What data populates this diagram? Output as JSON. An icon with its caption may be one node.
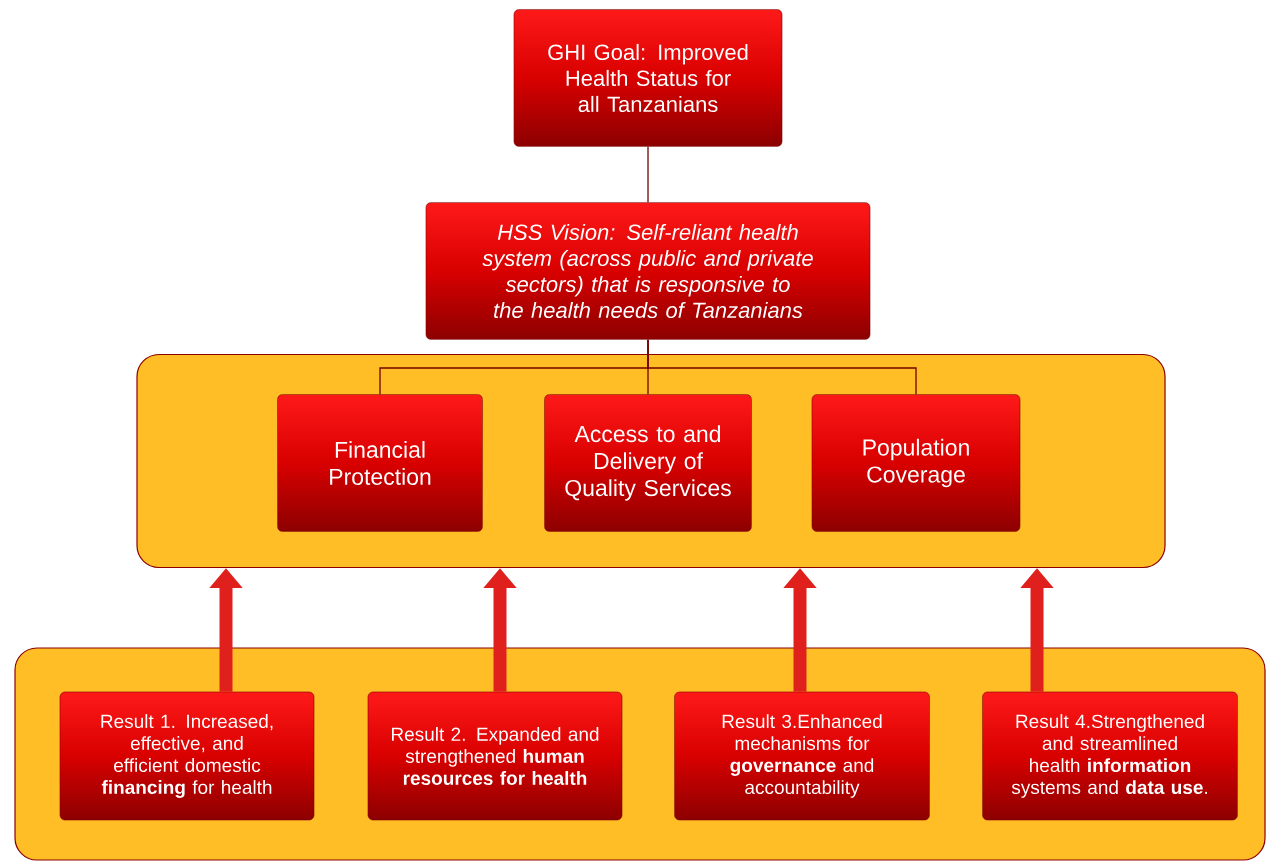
{
  "diagram": {
    "nodes": [
      {
        "text": [
          "GHI Goal: Improved Health Status for all Tanzanians"
        ]
      },
      {
        "text": [
          "HSS Vision: Self-reliant health system (across public and private sectors) that is responsive to the health needs of Tanzanians"
        ]
      },
      {
        "text": [],
        "shape": "box"
      },
      {
        "text": [
          "Financial Protection"
        ],
        "in": 2
      },
      {
        "text": [
          "Access to and Delivery of Quality Services"
        ],
        "in": 2
      },
      {
        "text": [
          "Population Coverage"
        ],
        "in": 2
      },
      {
        "text": [],
        "shape": "box"
      },
      {
        "text": [
          "Result 1. Increased, effective, and efficient domestic **financing** for health"
        ],
        "in": 6
      },
      {
        "text": [
          "Result 2. Expanded and strengthened **human resources for health**"
        ],
        "in": 6
      },
      {
        "text": [
          "Result 3.Enhanced mechanisms for **governance** and accountability"
        ],
        "in": 6
      },
      {
        "text": [
          "Result 4.Strengthened and streamlined health **information** systems and **data use**."
        ],
        "in": 6
      }
    ],
    "edges": [
      {
        "from": 0,
        "to": 1,
        "arrow": "none"
      },
      {
        "from": 1,
        "to": 3,
        "arrow": "none"
      },
      {
        "from": 1,
        "to": 4,
        "arrow": "none"
      },
      {
        "from": 1,
        "to": 5,
        "arrow": "none"
      },
      {
        "from": 7,
        "to": 2,
        "arrow": "to",
        "style": "thick",
        "color": "#e0201c"
      },
      {
        "from": 8,
        "to": 2,
        "arrow": "to",
        "style": "thick",
        "color": "#e0201c"
      },
      {
        "from": 9,
        "to": 2,
        "arrow": "to",
        "style": "thick",
        "color": "#e0201c"
      },
      {
        "from": 10,
        "to": 2,
        "arrow": "to",
        "style": "thick",
        "color": "#e0201c"
      }
    ]
  }
}
